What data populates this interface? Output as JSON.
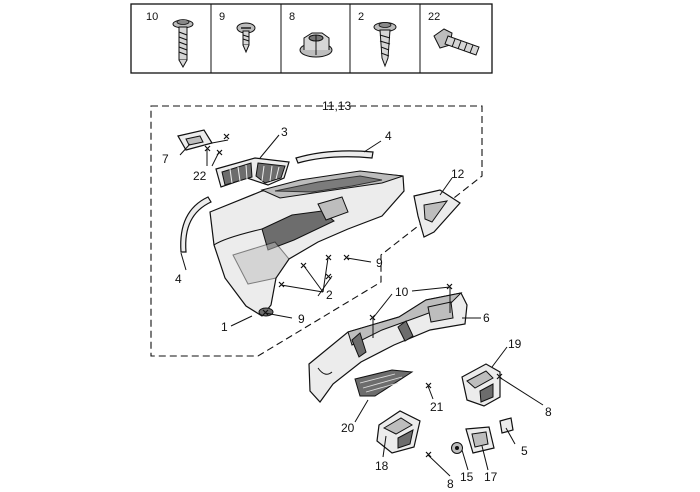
{
  "fasteners": [
    {
      "key": "10",
      "icon": "screw-icon"
    },
    {
      "key": "9",
      "icon": "flat-head-screw-icon"
    },
    {
      "key": "8",
      "icon": "nut-icon"
    },
    {
      "key": "2",
      "icon": "self-tapping-screw-icon"
    },
    {
      "key": "22",
      "icon": "bolt-icon"
    }
  ],
  "assembly_label": "11,13",
  "callouts": {
    "c1": "1",
    "c2": "2",
    "c3": "3",
    "c4a": "4",
    "c4b": "4",
    "c5": "5",
    "c6": "6",
    "c7": "7",
    "c8a": "8",
    "c8b": "8",
    "c9a": "9",
    "c9b": "9",
    "c10": "10",
    "c12": "12",
    "c15": "15",
    "c17": "17",
    "c18": "18",
    "c19": "19",
    "c20": "20",
    "c21": "21",
    "c22": "22"
  }
}
